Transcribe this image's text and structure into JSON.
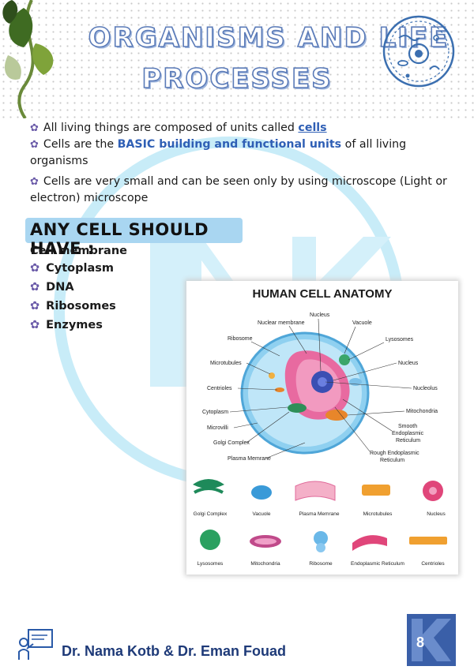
{
  "header": {
    "title_line1": "ORGANISMS AND LIFE",
    "title_line2": "PROCESSES"
  },
  "intro_bullets": {
    "b1_prefix": "All living things are composed of units called ",
    "b1_link": "cells",
    "b2_prefix": "Cells are the ",
    "b2_highlight": "BASIC building and functional units",
    "b2_suffix": " of all living organisms",
    "b3": "Cells are very small and can be seen only by using microscope (Light or electron) microscope"
  },
  "section": {
    "heading": "ANY CELL SHOULD HAVE :",
    "first": "Cell membrane",
    "items": [
      "Cytoplasm",
      "DNA",
      "Ribosomes",
      "Enzymes"
    ]
  },
  "figure": {
    "title": "HUMAN CELL ANATOMY",
    "labels_left": [
      "Nuclear membrane",
      "Ribosome",
      "Microtubules",
      "Centrioles",
      "Cytoplasm",
      "Microvilli",
      "Golgi Complex",
      "Plasma Memrane"
    ],
    "labels_top": [
      "Nucleus",
      "Vacuole"
    ],
    "labels_right": [
      "Lysosomes",
      "Nucleus",
      "Nucleolus",
      "Mitochondria",
      "Smooth",
      "Endoplasmic",
      "Reticulum",
      "Rough Endoplasmic",
      "Reticulum"
    ],
    "organelles_row1": [
      "Golgi Complex",
      "Vacuole",
      "Plasma Memrane",
      "Microtubules",
      "Nucleus"
    ],
    "organelles_row2": [
      "Lysosomes",
      "Mitochondria",
      "Ribosome",
      "Endoplasmic Reticulum",
      "Centrioles"
    ]
  },
  "footer": {
    "authors": "Dr. Nama Kotb & Dr. Eman Fouad",
    "page": "8"
  },
  "colors": {
    "title_stroke": "#5b7bb8",
    "accent_blue": "#2f5fb5",
    "banner": "#a9d6f1",
    "bullet_icon": "#6a5aa8",
    "watermark": "#c8ecf8"
  },
  "icons": {
    "bullet": "flower-bullet-icon",
    "footer": "teacher-board-icon",
    "header_left": "vine-leaf-icon",
    "header_right": "cell-outline-icon"
  }
}
